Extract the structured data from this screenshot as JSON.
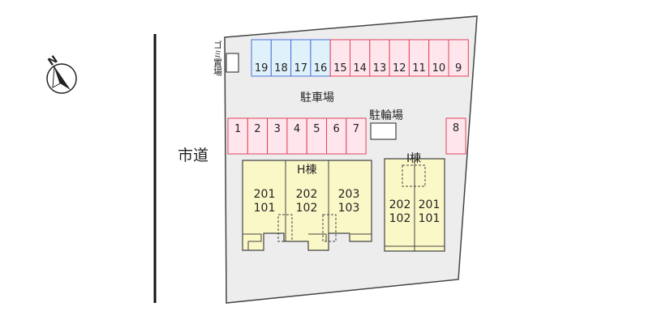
{
  "compass": {
    "label": "N"
  },
  "road": {
    "label": "市道"
  },
  "garbage": {
    "label": "ゴミ置場"
  },
  "parking": {
    "label": "駐車場",
    "top_row": [
      "19",
      "18",
      "17",
      "16",
      "15",
      "14",
      "13",
      "12",
      "11",
      "10",
      "9"
    ],
    "top_row_highlight": [
      "19",
      "18",
      "17",
      "16"
    ],
    "bottom_row": [
      "1",
      "2",
      "3",
      "4",
      "5",
      "6",
      "7"
    ],
    "single": "8"
  },
  "bicycle": {
    "label": "駐輪場"
  },
  "building_h": {
    "label": "H棟",
    "units": [
      {
        "upper": "201",
        "lower": "101"
      },
      {
        "upper": "202",
        "lower": "102"
      },
      {
        "upper": "203",
        "lower": "103"
      }
    ]
  },
  "building_i": {
    "label": "I棟",
    "units": [
      {
        "upper": "202",
        "lower": "102"
      },
      {
        "upper": "201",
        "lower": "101"
      }
    ]
  },
  "colors": {
    "lot": "#ededed",
    "parking_red": "#ffe6ec",
    "parking_red_border": "#e0435c",
    "parking_blue": "#dff1fb",
    "parking_blue_border": "#4d6fd6",
    "building": "#fbf8c8",
    "outline": "#444444"
  }
}
